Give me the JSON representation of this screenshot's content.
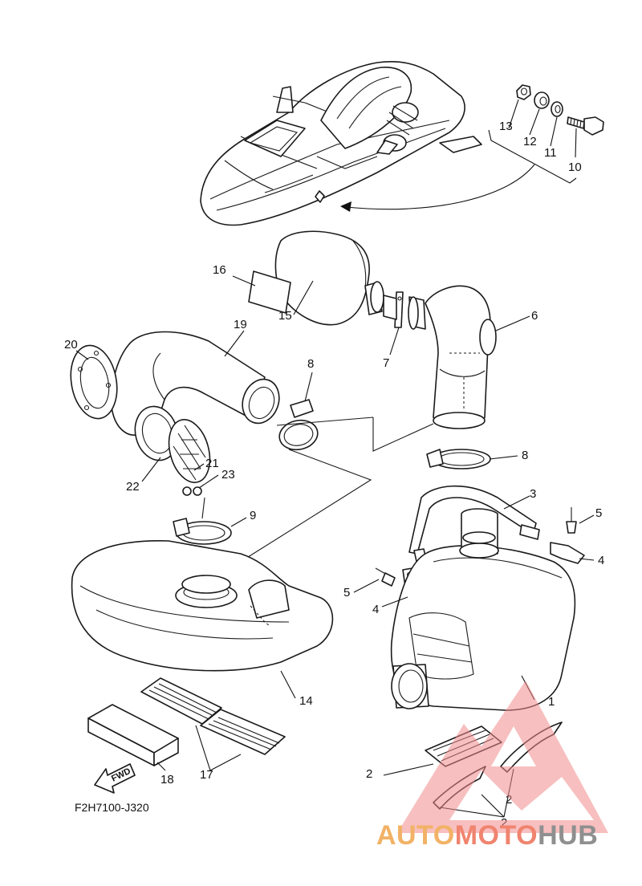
{
  "diagram_code": "F2H7100-J320",
  "fwd_label": "FWD",
  "watermark": {
    "part1": "AUTO",
    "part2": "MOTO",
    "part3": "HUB",
    "color1": "#f2b266",
    "color2": "#f0846f",
    "color3": "#8f8f8f"
  },
  "callouts": [
    "1",
    "2",
    "2",
    "2",
    "3",
    "4",
    "4",
    "5",
    "5",
    "6",
    "7",
    "8",
    "8",
    "9",
    "10",
    "11",
    "12",
    "13",
    "14",
    "15",
    "16",
    "17",
    "18",
    "19",
    "20",
    "21",
    "22",
    "23"
  ]
}
